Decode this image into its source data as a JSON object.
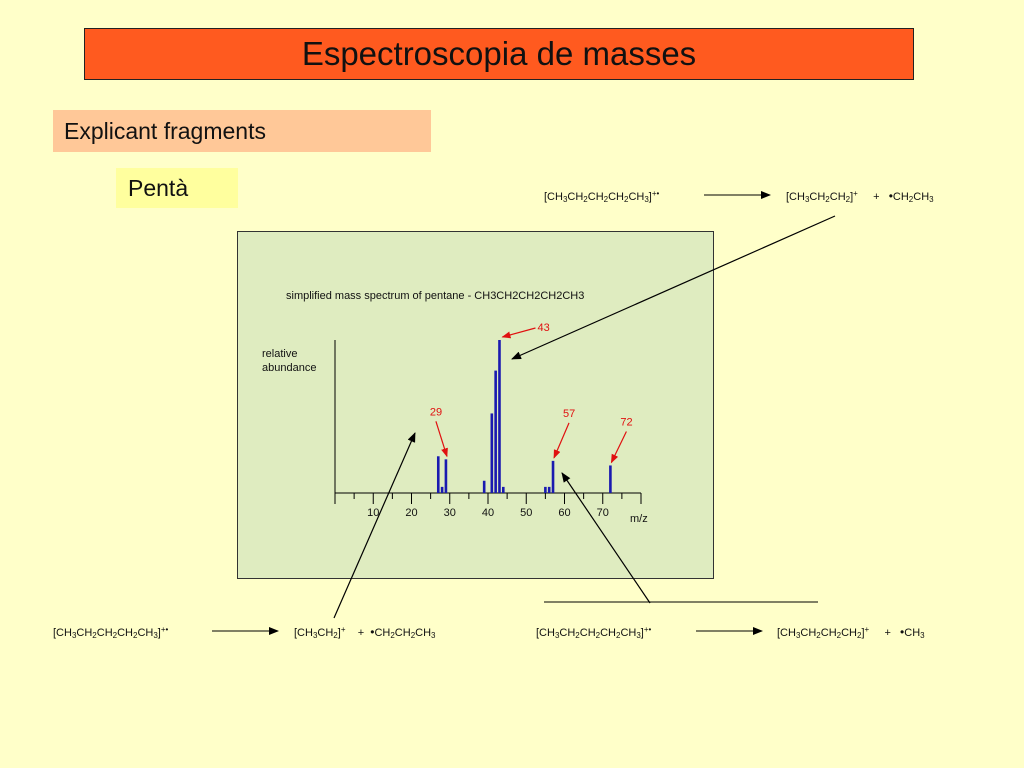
{
  "header": {
    "title": "Espectroscopia de masses"
  },
  "section": {
    "heading": "Explicant fragments",
    "tag": "Pentà"
  },
  "reactions": {
    "r1": {
      "reactant": "[CH3CH2CH2CH2CH3]",
      "product": "[CH3CH2CH2]",
      "radical": "CH2CH3"
    },
    "r2": {
      "reactant": "[CH3CH2CH2CH2CH3]",
      "product": "[CH3CH2]",
      "radical": "CH2CH2CH3"
    },
    "r3": {
      "reactant": "[CH3CH2CH2CH2CH3]",
      "product": "[CH3CH2CH2CH2]",
      "radical": "CH3"
    }
  },
  "chart_data": {
    "type": "bar",
    "title": "simplified mass spectrum of pentane  -  CH3CH2CH2CH2CH3",
    "ylabel": "relative abundance",
    "xlabel": "m/z",
    "xlim": [
      0,
      80
    ],
    "xticks": [
      10,
      20,
      30,
      40,
      50,
      60,
      70
    ],
    "ylim": [
      0,
      100
    ],
    "x": [
      27,
      28,
      29,
      39,
      41,
      42,
      43,
      44,
      55,
      56,
      57,
      72
    ],
    "values": [
      24,
      4,
      22,
      8,
      52,
      80,
      100,
      4,
      4,
      4,
      21,
      18
    ],
    "annotations": [
      {
        "label": "29",
        "x": 29
      },
      {
        "label": "43",
        "x": 43
      },
      {
        "label": "57",
        "x": 57
      },
      {
        "label": "72",
        "x": 72
      }
    ],
    "bar_color": "#1a1ab0",
    "annotation_color": "#e01010"
  }
}
